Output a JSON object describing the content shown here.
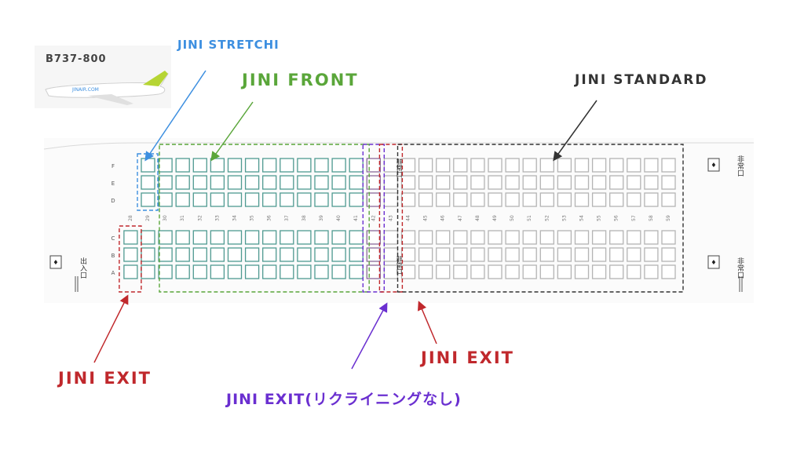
{
  "aircraft": {
    "model": "B737-800",
    "livery_text": "JINAIR.COM",
    "livery_color": "#b6d534"
  },
  "labels": {
    "stretchi": "JINI STRETCHI",
    "front": "JINI FRONT",
    "standard": "JINI STANDARD",
    "exit_left": "JINI EXIT",
    "exit_right": "JINI EXIT",
    "exit_norecline": "JINI EXIT(リクライニングなし)"
  },
  "doors": {
    "entrance": "出入口",
    "emergency": "非常口"
  },
  "cabin": {
    "row_numbers": [
      28,
      29,
      30,
      31,
      32,
      33,
      34,
      35,
      36,
      37,
      38,
      39,
      40,
      41,
      42,
      43,
      44,
      45,
      46,
      47,
      48,
      49,
      50,
      51,
      52,
      53,
      54,
      55,
      56,
      57,
      58,
      59
    ],
    "upper_letters": [
      "F",
      "E",
      "D"
    ],
    "lower_letters": [
      "C",
      "B",
      "A"
    ]
  },
  "colors": {
    "stretchi": "#3d8fe0",
    "front": "#5aa63a",
    "front_seat": "#4f9a91",
    "standard": "#333333",
    "standard_seat": "#b4b4b4",
    "exit": "#c0282c",
    "exit_norecline": "#6a2fd0",
    "exit_row_seat": "#8a6a9a"
  }
}
